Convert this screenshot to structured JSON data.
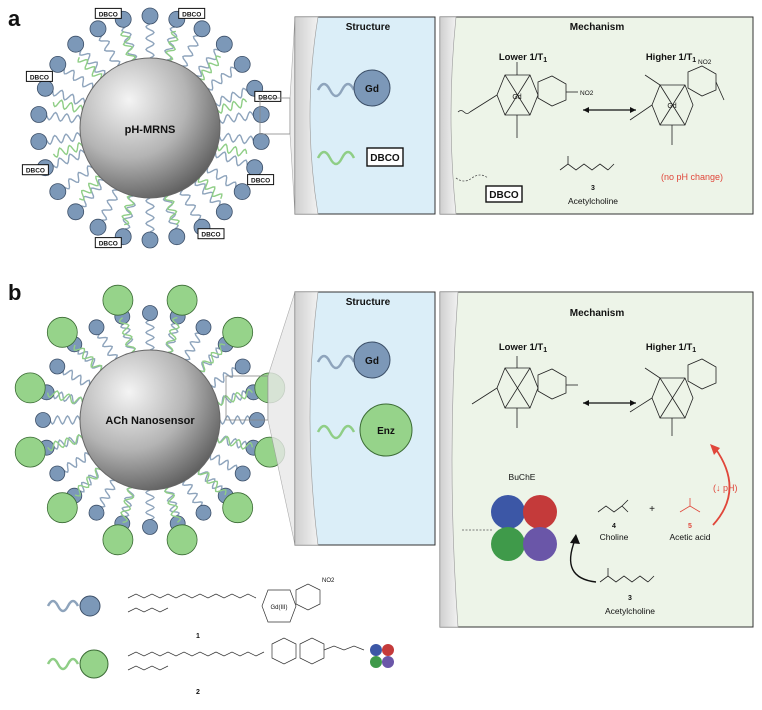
{
  "panel_a": {
    "letter": "a",
    "core_label": "pH-MRNS",
    "dbco_tag": "DBCO",
    "structure": {
      "title": "Structure",
      "gd_label": "Gd",
      "dbco_label": "DBCO"
    },
    "mechanism": {
      "title": "Mechanism",
      "lower_label": "Lower 1/T",
      "higher_label": "Higher 1/T",
      "subscript": "1",
      "no2": "NO2",
      "gd": "Gd",
      "dbco_tag": "DBCO",
      "compound_number": "3",
      "compound_name": "Acetylcholine",
      "note": "(no pH change)"
    }
  },
  "panel_b": {
    "letter": "b",
    "core_label": "ACh Nanosensor",
    "structure": {
      "title": "Structure",
      "gd_label": "Gd",
      "enz_label": "Enz"
    },
    "mechanism": {
      "title": "Mechanism",
      "lower_label": "Lower 1/T",
      "higher_label": "Higher 1/T",
      "subscript": "1",
      "enzyme": "BuChE",
      "ph_note": "(↓ pH)",
      "choline_number": "4",
      "choline_name": "Choline",
      "acetic_number": "5",
      "acetic_name": "Acetic acid",
      "ach_number": "3",
      "ach_name": "Acetylcholine",
      "plus": "+"
    }
  },
  "legend": {
    "compound1": "1",
    "compound2": "2",
    "gd3": "Gd(III)",
    "no2": "NO2"
  },
  "colors": {
    "gd_blue": "#7c98b8",
    "enz_green": "#96d38a",
    "linker_green": "#8fce86",
    "linker_blue": "#8ea4bc",
    "panel_bg_blue": "#dbeef8",
    "panel_bg_green": "#edf4e8",
    "red_text": "#e0463a"
  }
}
